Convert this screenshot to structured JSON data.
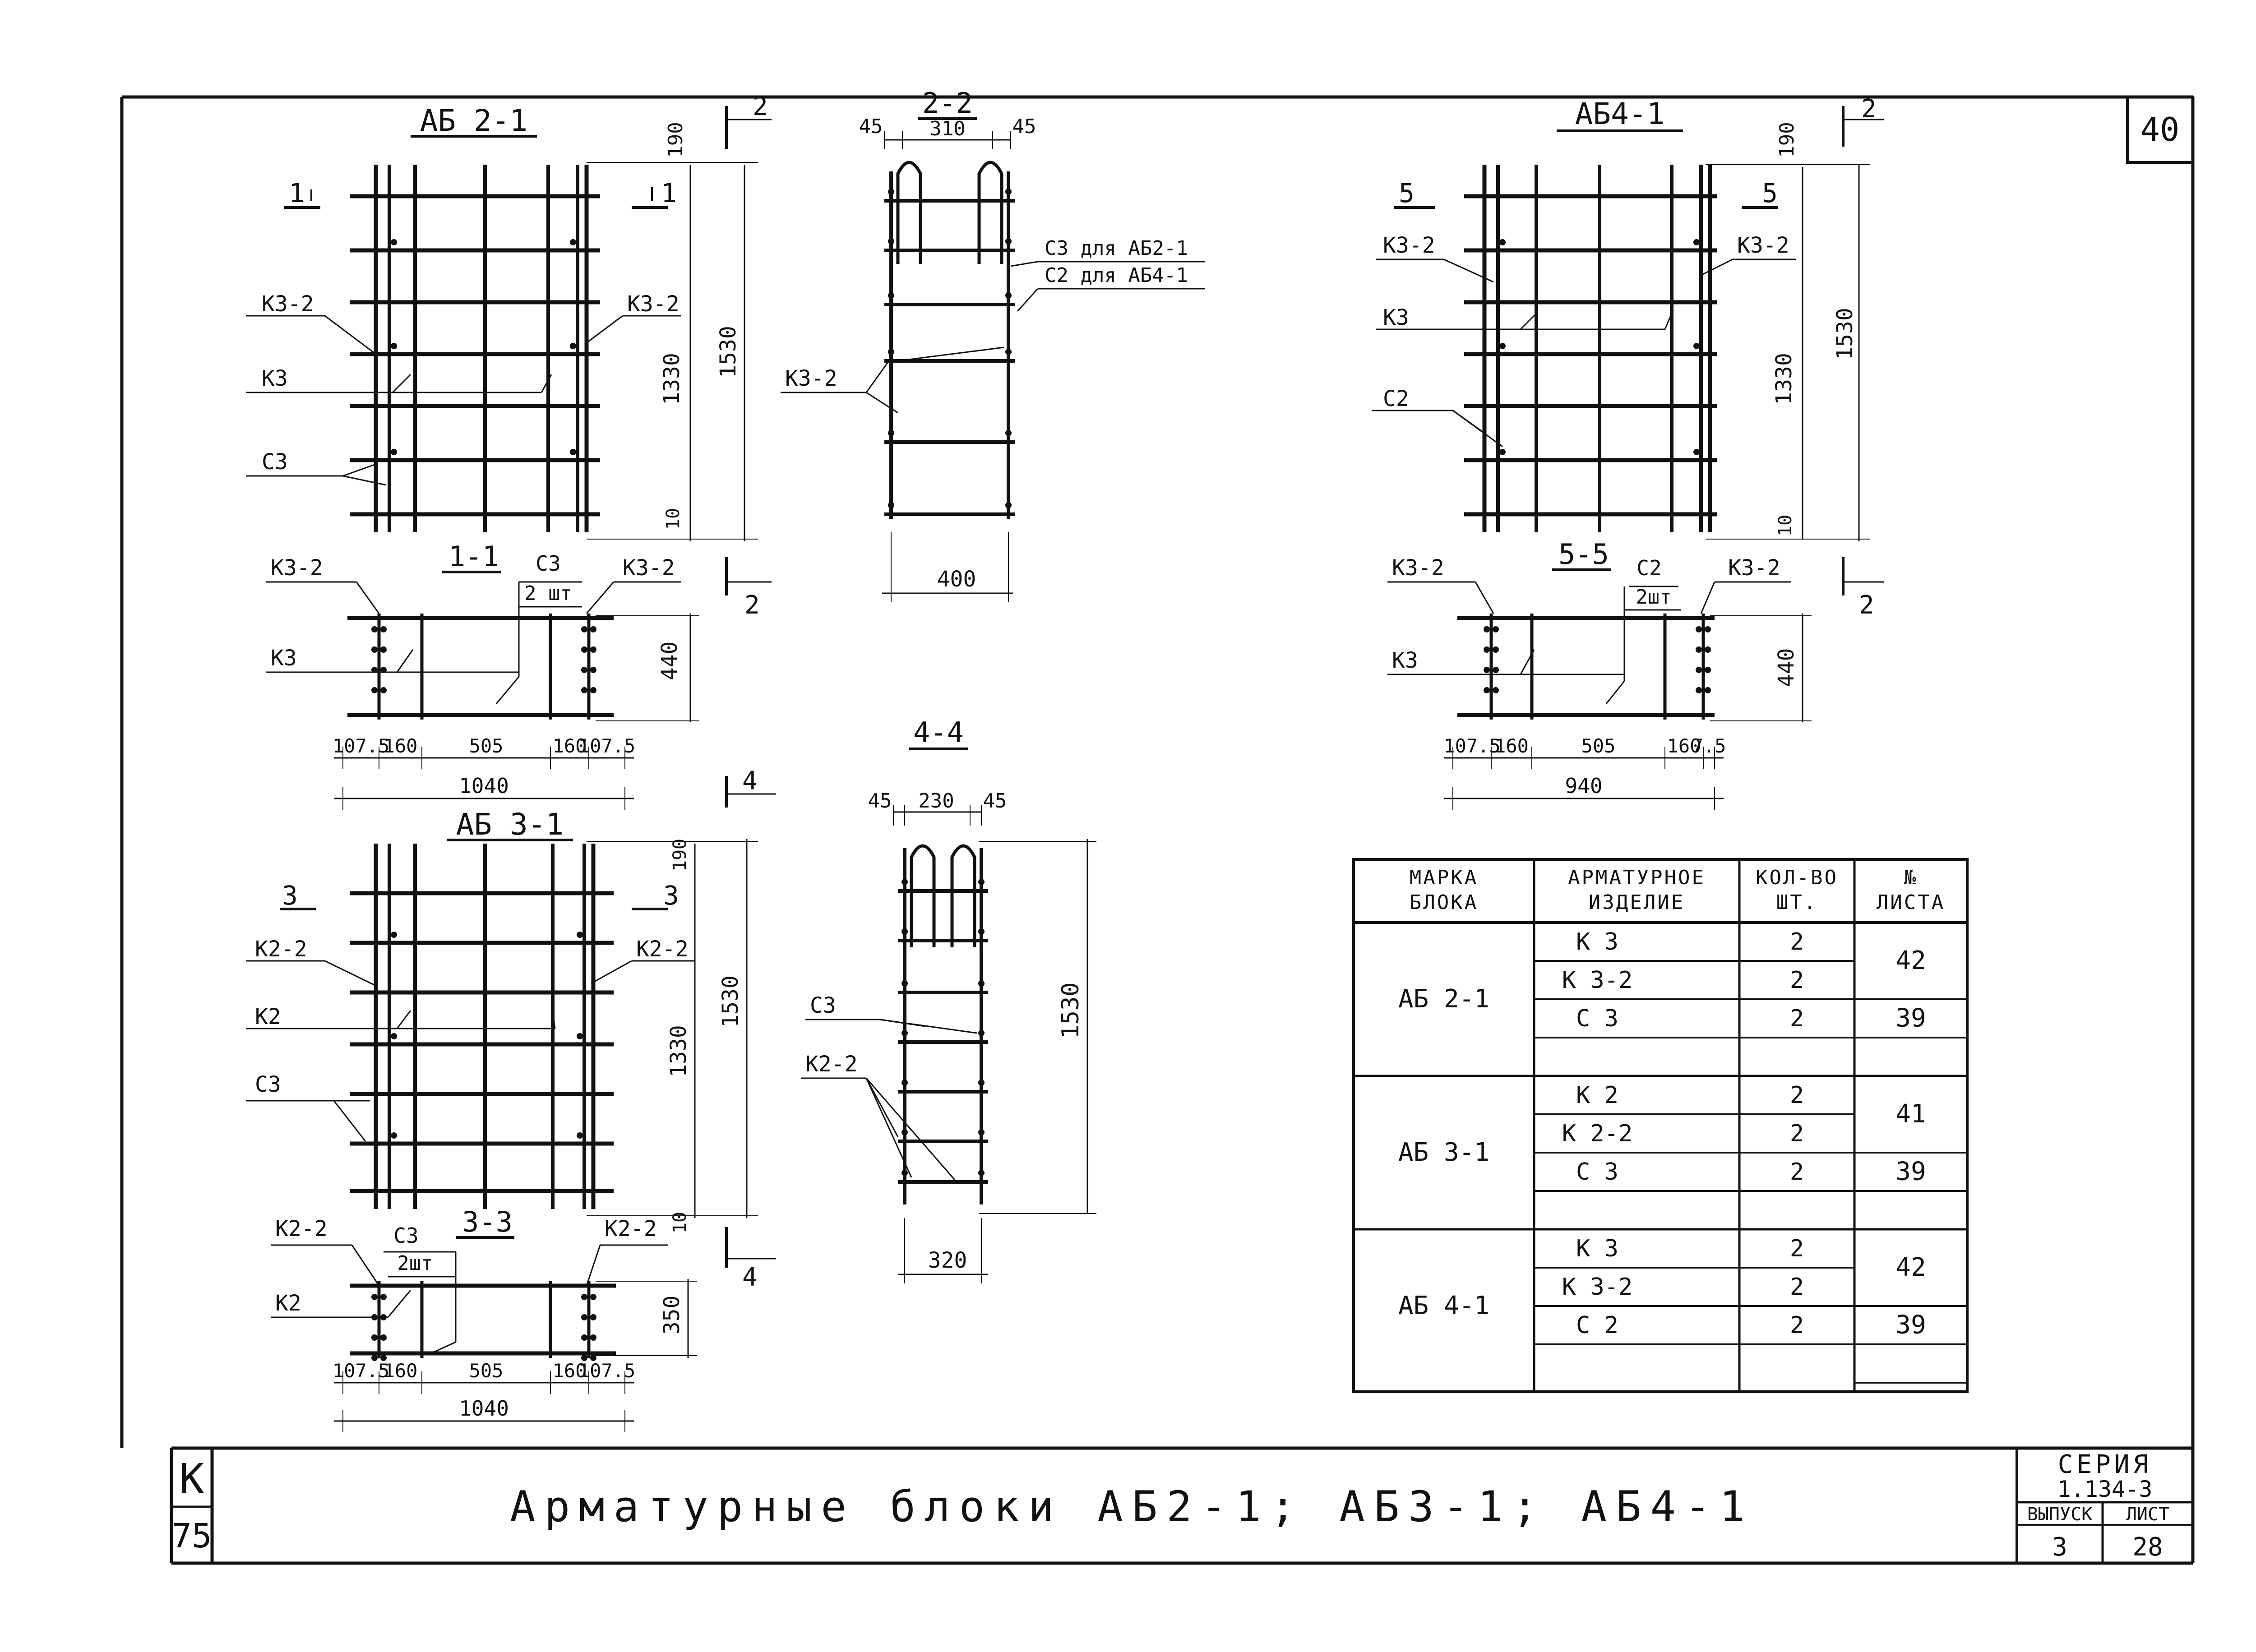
{
  "sheet_number": "40",
  "title": "Арматурные блоки АБ2-1; АБ3-1; АБ4-1",
  "left_stamp": {
    "top": "K",
    "bottom": "75"
  },
  "series_block": {
    "series_label": "СЕРИЯ",
    "series_value": "1.134-3",
    "issue_label": "ВЫПУСК",
    "issue_value": "3",
    "sheet_label": "ЛИСТ",
    "sheet_value": "28"
  },
  "views": {
    "ab21": {
      "title": "АБ 2-1",
      "cut_top": "1",
      "cut_right": "1",
      "section_top": "2",
      "section_bottom": "2",
      "labels": {
        "k32_left": "К3-2",
        "k32_right": "К3-2",
        "k3": "К3",
        "c3": "С3"
      },
      "dims": {
        "top": "190",
        "middle": "1330",
        "total": "1530",
        "bottom": "10"
      }
    },
    "sec11": {
      "title": "1-1",
      "c_label": "С3",
      "c_qty": "2 шт",
      "k32_left": "К3-2",
      "k32_right": "К3-2",
      "k3": "К3",
      "height": "440",
      "dims": [
        "107.5",
        "160",
        "505",
        "160",
        "107.5"
      ],
      "total": "1040"
    },
    "sec22": {
      "title": "2-2",
      "dims_top": [
        "45",
        "310",
        "45"
      ],
      "note1": "С3 для АБ2-1",
      "note2": "С2 для АБ4-1",
      "k32": "К3-2",
      "width": "400"
    },
    "ab31": {
      "title": "АБ 3-1",
      "cut_top": "3",
      "cut_right": "3",
      "section_top": "4",
      "section_bottom": "4",
      "labels": {
        "k22_left": "К2-2",
        "k22_right": "К2-2",
        "k2": "К2",
        "c3": "С3"
      },
      "dims": {
        "top": "190",
        "middle": "1330",
        "total": "1530",
        "bottom": "10"
      }
    },
    "sec33": {
      "title": "3-3",
      "c_label": "С3",
      "c_qty": "2шт",
      "k22_left": "К2-2",
      "k22_right": "К2-2",
      "k2": "К2",
      "height": "350",
      "dims": [
        "107.5",
        "160",
        "505",
        "160",
        "107.5"
      ],
      "total": "1040"
    },
    "sec44": {
      "title": "4-4",
      "dims_top": [
        "45",
        "230",
        "45"
      ],
      "c3": "С3",
      "k22": "К2-2",
      "height": "1530",
      "width": "320"
    },
    "ab41": {
      "title": "АБ4-1",
      "cut_top": "5",
      "cut_right": "5",
      "section_top": "2",
      "section_bottom": "2",
      "labels": {
        "k32_left": "К3-2",
        "k32_right": "К3-2",
        "k3": "К3",
        "c2": "С2"
      },
      "dims": {
        "top": "190",
        "middle": "1330",
        "total": "1530",
        "bottom": "10"
      }
    },
    "sec55": {
      "title": "5-5",
      "c_label": "С2",
      "c_qty": "2шт",
      "k32_left": "К3-2",
      "k32_right": "К3-2",
      "k3": "К3",
      "height": "440",
      "dims": [
        "107.5",
        "160",
        "505",
        "160",
        "7.5"
      ],
      "total": "940"
    }
  },
  "table": {
    "headers": [
      [
        "Марка",
        "блока"
      ],
      [
        "Арматурное",
        "изделие"
      ],
      [
        "Кол-во",
        "шт."
      ],
      [
        "№",
        "листа"
      ]
    ],
    "groups": [
      {
        "mark": "АБ 2-1",
        "rows": [
          [
            "К 3",
            "2"
          ],
          [
            "К 3-2",
            "2"
          ],
          [
            "С 3",
            "2"
          ]
        ],
        "sheets": [
          {
            "value": "42",
            "rows": 2
          },
          {
            "value": "39",
            "rows": 1
          }
        ]
      },
      {
        "mark": "АБ 3-1",
        "rows": [
          [
            "К 2",
            "2"
          ],
          [
            "К 2-2",
            "2"
          ],
          [
            "С 3",
            "2"
          ]
        ],
        "sheets": [
          {
            "value": "41",
            "rows": 2
          },
          {
            "value": "39",
            "rows": 1
          }
        ]
      },
      {
        "mark": "АБ 4-1",
        "rows": [
          [
            "К 3",
            "2"
          ],
          [
            "К 3-2",
            "2"
          ],
          [
            "С 2",
            "2"
          ]
        ],
        "sheets": [
          {
            "value": "42",
            "rows": 2
          },
          {
            "value": "39",
            "rows": 1
          }
        ]
      }
    ]
  }
}
